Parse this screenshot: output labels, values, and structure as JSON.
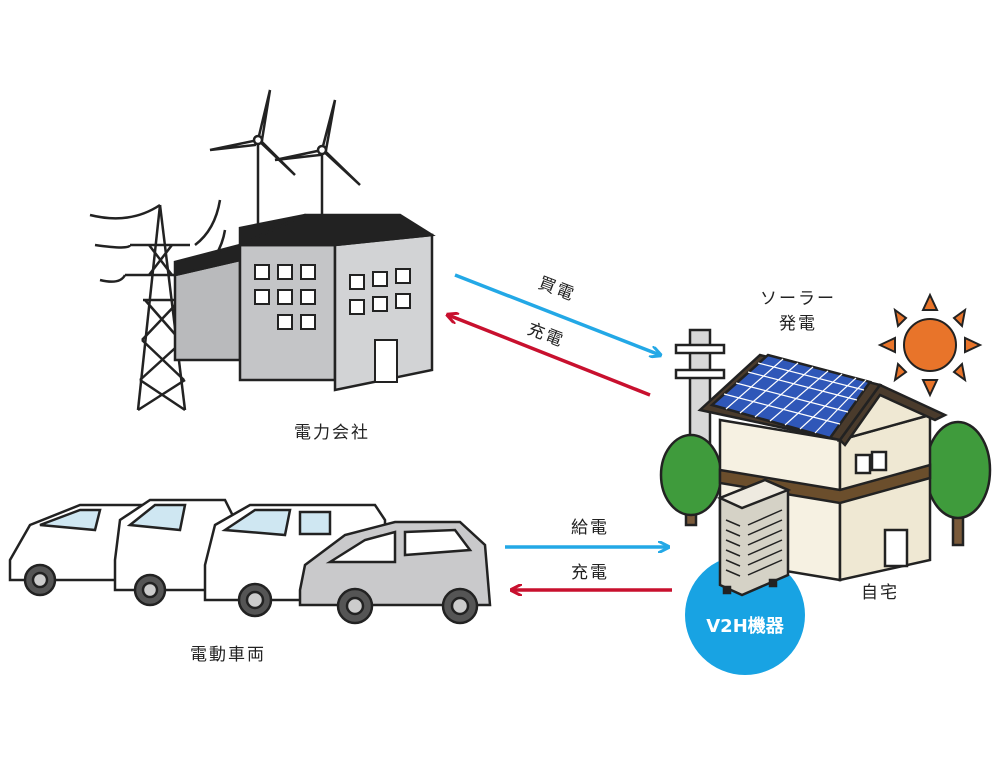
{
  "diagram": {
    "nodes": {
      "power_company": "電力会社",
      "solar": [
        "ソーラー",
        "発電"
      ],
      "home": "自宅",
      "ev": "電動車両",
      "v2h": "V2H機器"
    },
    "edges": {
      "buy_power": "買電",
      "charge_to_grid": "充電",
      "supply_power": "給電",
      "charge_ev": "充電"
    },
    "colors": {
      "supply_arrow": "#23a8e6",
      "charge_arrow": "#c8102e",
      "v2h_circle": "#18a3e3",
      "sun": "#e8742a",
      "solar_panel": "#2f57b8",
      "tree": "#3f9b3c",
      "roof": "#4a3b2c"
    }
  }
}
